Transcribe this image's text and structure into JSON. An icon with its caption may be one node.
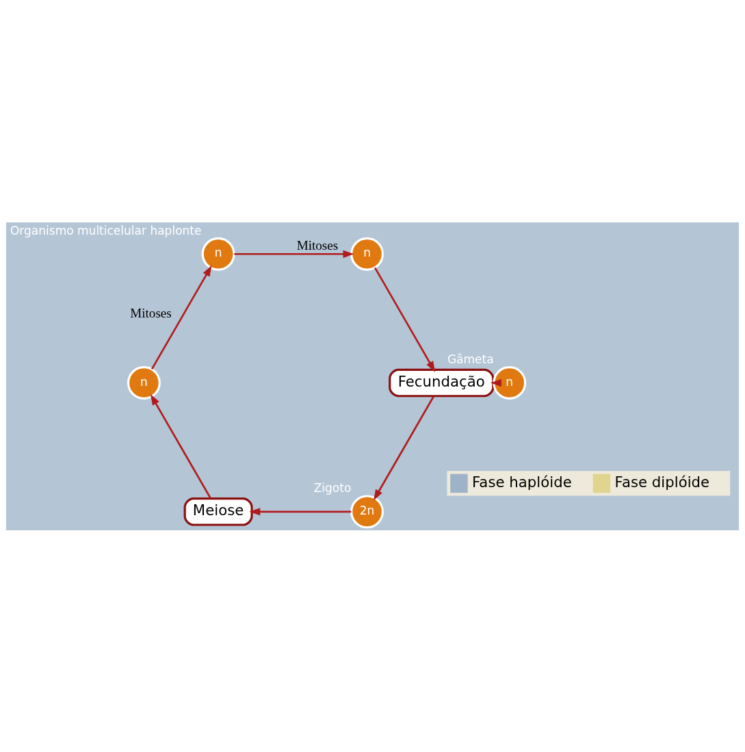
{
  "diagram": {
    "nodes": [
      {
        "text": [
          "n"
        ],
        "beside": [
          "Organismo multicelular haplonte"
        ]
      },
      {
        "text": [
          "n"
        ]
      },
      {
        "text": [
          "n"
        ],
        "beside": [
          "Gâmeta"
        ]
      },
      {
        "text": [
          "Fecundação"
        ]
      },
      {
        "text": [
          "2n"
        ],
        "beside": [
          "Zigoto"
        ]
      },
      {
        "text": [
          "Meiose"
        ]
      },
      {
        "text": [
          "n"
        ]
      }
    ],
    "edges": [
      {
        "from": 0,
        "to": 1,
        "arrow": "to",
        "label": "Mitoses"
      },
      {
        "from": 1,
        "to": 3,
        "arrow": "to"
      },
      {
        "from": 2,
        "to": 3,
        "arrow": "to"
      },
      {
        "from": 3,
        "to": 4,
        "arrow": "to"
      },
      {
        "from": 4,
        "to": 5,
        "arrow": "to"
      },
      {
        "from": 5,
        "to": 6,
        "arrow": "to"
      },
      {
        "from": 6,
        "to": 0,
        "arrow": "to",
        "label": "Mitoses"
      }
    ],
    "legend": [
      {
        "text": "Fase haplóide",
        "color": "#9fb3c8"
      },
      {
        "text": "Fase diplóide",
        "color": "#e0d48f"
      }
    ]
  }
}
